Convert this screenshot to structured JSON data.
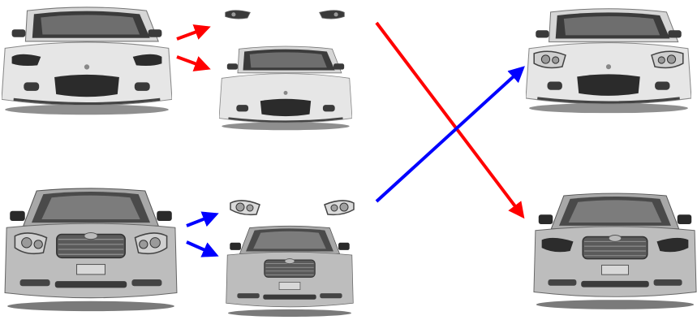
{
  "colors": {
    "red_arrow": "#ff0000",
    "blue_arrow": "#0000ff",
    "sports_car_body": "#e2e2e2",
    "sedan_body": "#b0b0b0",
    "dark_grille": "#2a2a2a",
    "background": "#ffffff"
  },
  "rows": [
    {
      "id": "sports-car",
      "arrow_color": "red",
      "source": "sports-car-front-view",
      "parts": [
        "left-headlight",
        "right-headlight",
        "car-body-without-headlights"
      ],
      "result": "sports-car-with-sedan-headlights"
    },
    {
      "id": "sedan",
      "arrow_color": "blue",
      "source": "sedan-front-view",
      "parts": [
        "left-headlight",
        "right-headlight",
        "car-body-without-headlights"
      ],
      "result": "sedan-with-sports-car-headlights"
    }
  ],
  "cross_arrows": [
    {
      "color": "red",
      "from": "sports-car-headlights",
      "to": "sedan-result"
    },
    {
      "color": "blue",
      "from": "sedan-headlights",
      "to": "sports-car-result"
    }
  ]
}
